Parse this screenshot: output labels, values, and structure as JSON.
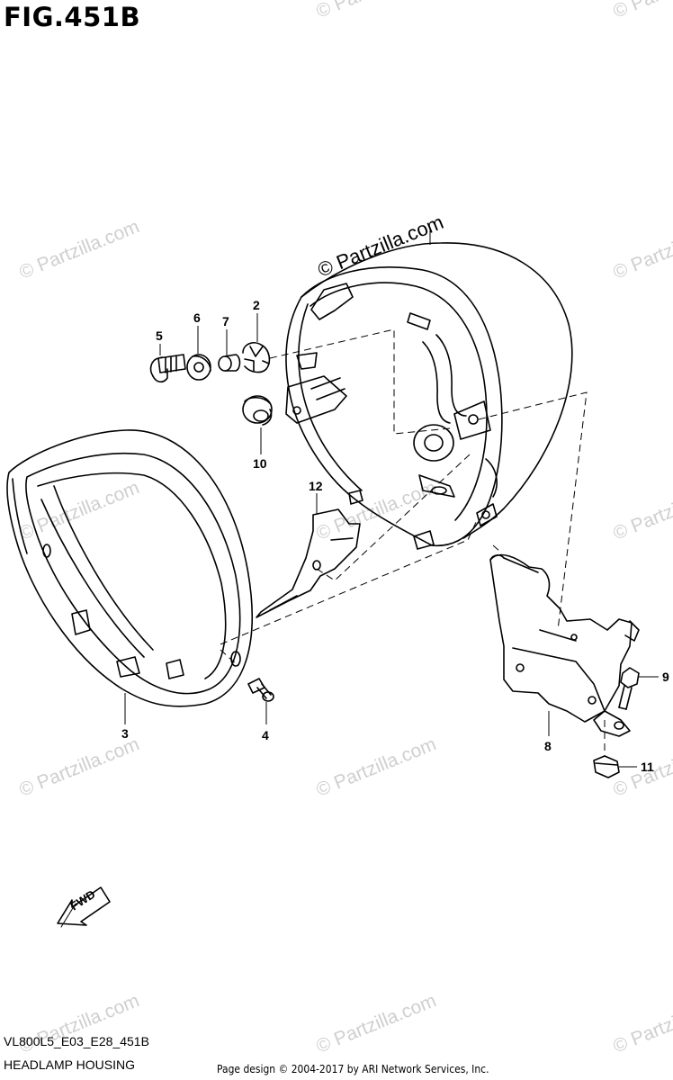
{
  "figure": {
    "title": "FIG.451B",
    "code": "VL800L5_E03_E28_451B",
    "caption": "HEADLAMP HOUSING",
    "credit": "Page design © 2004-2017 by ARI Network Services, Inc."
  },
  "watermark": {
    "text": "© Partzilla.com"
  },
  "callouts": [
    {
      "id": "part-2",
      "label": "2"
    },
    {
      "id": "part-3",
      "label": "3"
    },
    {
      "id": "part-4",
      "label": "4"
    },
    {
      "id": "part-5",
      "label": "5"
    },
    {
      "id": "part-6",
      "label": "6"
    },
    {
      "id": "part-7",
      "label": "7"
    },
    {
      "id": "part-8",
      "label": "8"
    },
    {
      "id": "part-9",
      "label": "9"
    },
    {
      "id": "part-10",
      "label": "10"
    },
    {
      "id": "part-11",
      "label": "11"
    },
    {
      "id": "part-12",
      "label": "12"
    }
  ],
  "fwd_arrow": {
    "label": "FWD"
  },
  "colors": {
    "line": "#000000",
    "watermark": "#cfcfcf",
    "background": "#ffffff"
  }
}
